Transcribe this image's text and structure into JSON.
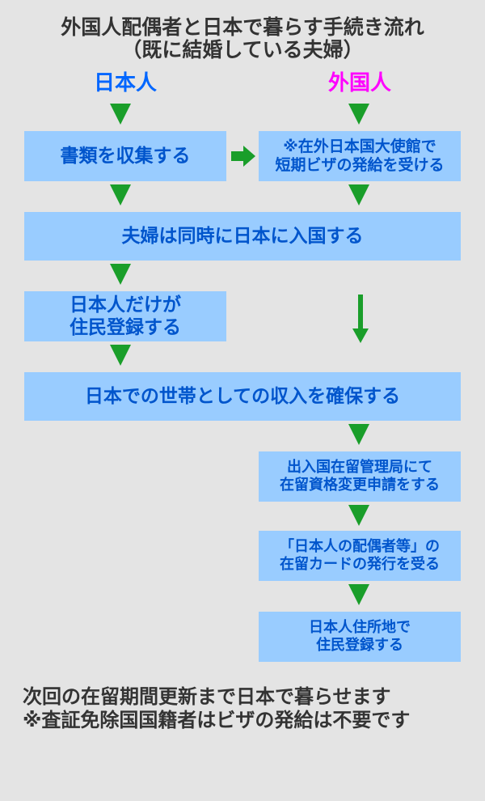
{
  "title": {
    "line1": "外国人配偶者と日本で暮らす手続き流れ",
    "line2": "（既に結婚している夫婦）"
  },
  "columns": {
    "japanese": "日本人",
    "foreigner": "外国人"
  },
  "colors": {
    "japanese_label": "#0066ff",
    "foreigner_label": "#ff00ff",
    "box_fill": "#99ccff",
    "box_text": "#0055cc",
    "arrow": "#1a9e2a"
  },
  "steps": {
    "collect_docs": "書類を収集する",
    "visa_line1": "※在外日本国大使館で",
    "visa_line2": "短期ビザの発給を受ける",
    "enter_together": "夫婦は同時に日本に入国する",
    "register_line1": "日本人だけが",
    "register_line2": "住民登録する",
    "secure_income": "日本での世帯としての収入を確保する",
    "immigration_line1": "出入国在留管理局にて",
    "immigration_line2": "在留資格変更申請をする",
    "card_line1": "「日本人の配偶者等」の",
    "card_line2": "在留カードの発行を受る",
    "address_line1": "日本人住所地で",
    "address_line2": "住民登録する"
  },
  "footer": {
    "line1": "次回の在留期間更新まで日本で暮らせます",
    "line2": "※査証免除国国籍者はビザの発給は不要です"
  }
}
